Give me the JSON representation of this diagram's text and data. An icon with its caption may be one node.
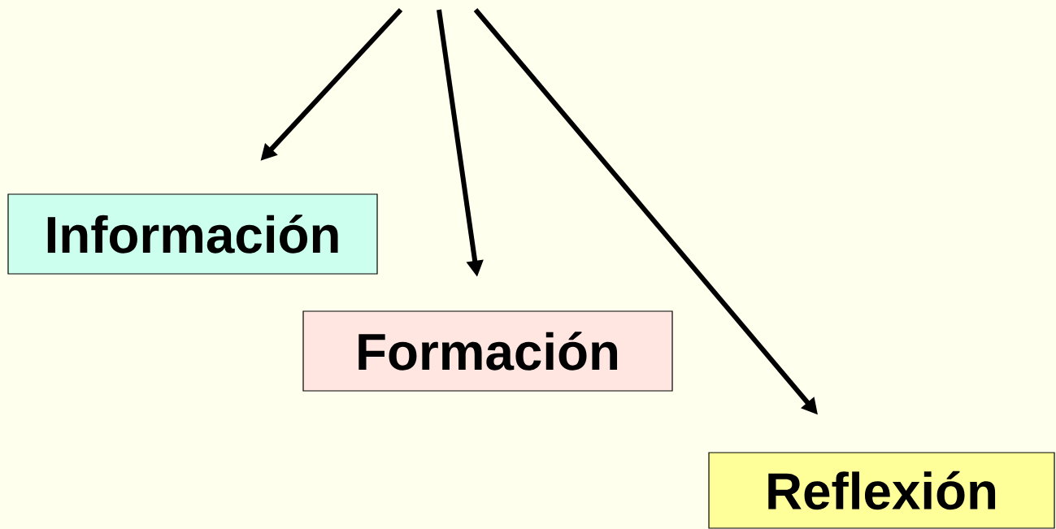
{
  "diagram": {
    "nodes": [
      {
        "text": [
          "Información"
        ]
      },
      {
        "text": [
          "Formación"
        ]
      },
      {
        "text": [
          "Reflexión"
        ]
      }
    ],
    "edges": [
      {
        "from": null,
        "to": 0,
        "arrow": "to"
      },
      {
        "from": null,
        "to": 1,
        "arrow": "to"
      },
      {
        "from": null,
        "to": 2,
        "arrow": "to"
      }
    ]
  }
}
